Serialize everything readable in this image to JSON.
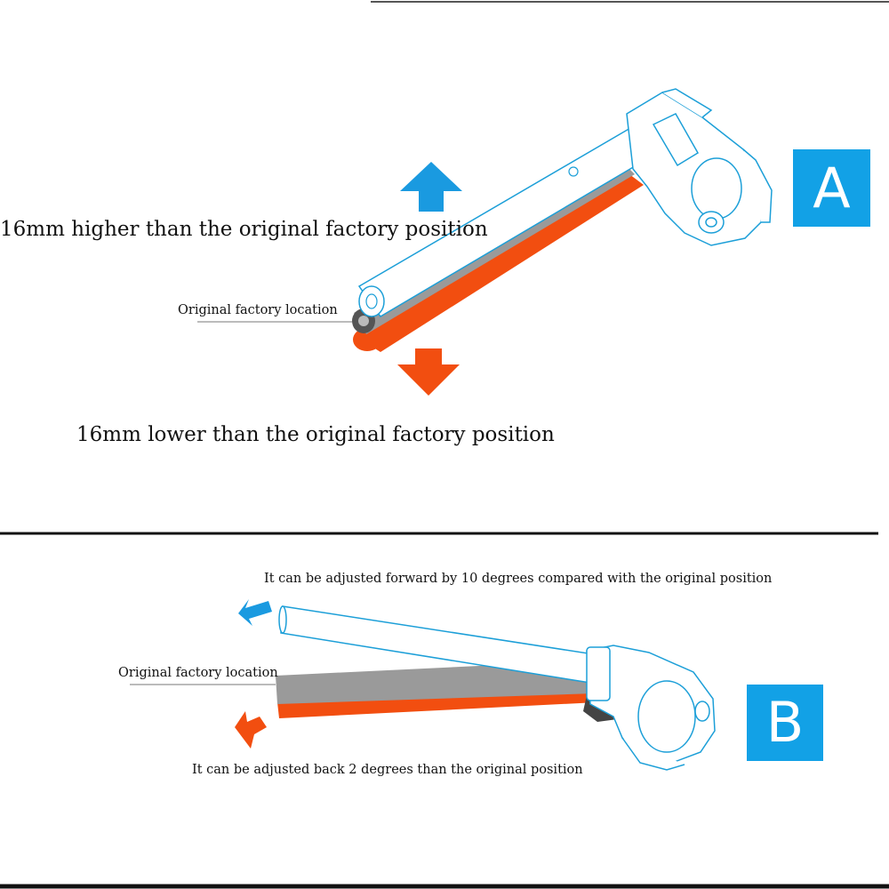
{
  "panel_a": {
    "letter": "A",
    "higher_text": "16mm higher than the original factory position",
    "original_location_text": "Original factory location",
    "lower_text": "16mm lower than the original factory position"
  },
  "panel_b": {
    "letter": "B",
    "forward_text": "It can be adjusted forward by 10 degrees compared with the original position",
    "original_location_text": "Original factory location",
    "back_text": "It can be adjusted back 2 degrees than the original position"
  },
  "colors": {
    "accent_blue": "#12a1e6",
    "arrow_blue": "#1a9ae0",
    "orange": "#f24e10",
    "outline_blue": "#1c9fd8",
    "gray_bar": "#9a9a9a"
  }
}
